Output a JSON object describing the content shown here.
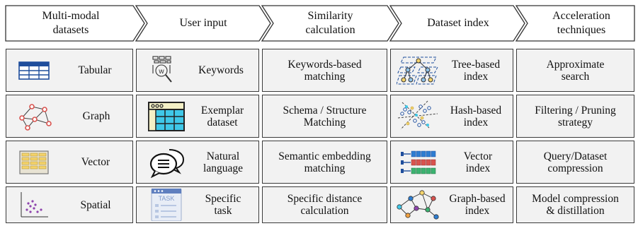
{
  "headers": [
    "Multi-modal\ndatasets",
    "User input",
    "Similarity\ncalculation",
    "Dataset index",
    "Acceleration\ntechniques"
  ],
  "columns": {
    "datasets": {
      "items": [
        {
          "label": "Tabular",
          "icon": "table-icon"
        },
        {
          "label": "Graph",
          "icon": "graph-network-icon"
        },
        {
          "label": "Vector",
          "icon": "vector-grid-icon"
        },
        {
          "label": "Spatial",
          "icon": "scatter-points-icon"
        }
      ]
    },
    "user_input": {
      "items": [
        {
          "label": "Keywords",
          "icon": "keyword-search-icon"
        },
        {
          "label": "Exemplar\ndataset",
          "icon": "spreadsheet-icon"
        },
        {
          "label": "Natural\nlanguage",
          "icon": "chat-bubbles-icon"
        },
        {
          "label": "Specific\ntask",
          "icon": "task-card-icon",
          "icon_text": "TASK"
        }
      ]
    },
    "similarity": {
      "items": [
        {
          "label": "Keywords-based\nmatching"
        },
        {
          "label": "Schema / Structure\nMatching"
        },
        {
          "label": "Semantic embedding\nmatching"
        },
        {
          "label": "Specific distance\ncalculation"
        }
      ]
    },
    "index": {
      "items": [
        {
          "label": "Tree-based\nindex",
          "icon": "tree-index-icon"
        },
        {
          "label": "Hash-based\nindex",
          "icon": "hash-scatter-icon"
        },
        {
          "label": "Vector\nindex",
          "icon": "vector-bars-icon"
        },
        {
          "label": "Graph-based\nindex",
          "icon": "graph-index-icon"
        }
      ]
    },
    "acceleration": {
      "items": [
        {
          "label": "Approximate\nsearch"
        },
        {
          "label": "Filtering / Pruning\nstrategy"
        },
        {
          "label": "Query/Dataset\ncompression"
        },
        {
          "label": "Model compression\n& distillation"
        }
      ]
    }
  },
  "colors": {
    "cell_bg": "#f2f2f2",
    "border": "#3a3a3a",
    "accent_blue": "#1f4e9c",
    "cyan": "#3fc8e8",
    "graph_red": "#d9534f",
    "vector_yellow": "#f4d36b",
    "spatial_purple": "#8e44ad"
  }
}
